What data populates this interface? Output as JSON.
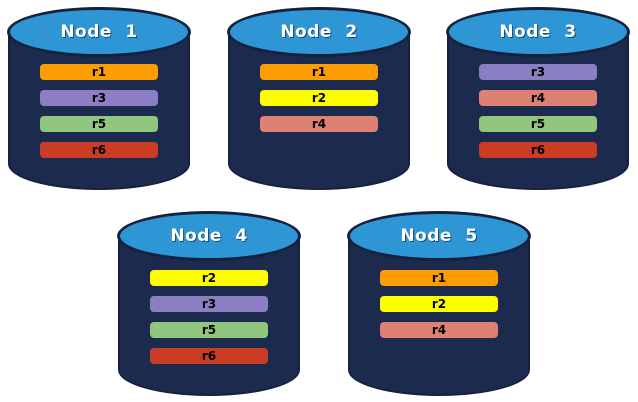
{
  "diagram": {
    "colors": {
      "background": "#FFFFFF",
      "cylinder_body": "#1C2A4E",
      "cylinder_top": "#2E96D4",
      "cylinder_outline": "#14213F",
      "node_label_text": "#FFFFFF",
      "record_text": "#000000",
      "record_r1": "#FC9D03",
      "record_r2": "#FDFD00",
      "record_r3": "#8C7EC3",
      "record_r4": "#DC8173",
      "record_r5": "#91C67F",
      "record_r6": "#CA3C23"
    },
    "nodes": [
      {
        "label": "Node 1",
        "records": [
          {
            "label": "r1",
            "color": "#FC9D03"
          },
          {
            "label": "r3",
            "color": "#8C7EC3"
          },
          {
            "label": "r5",
            "color": "#91C67F"
          },
          {
            "label": "r6",
            "color": "#CA3C23"
          }
        ]
      },
      {
        "label": "Node 2",
        "records": [
          {
            "label": "r1",
            "color": "#FC9D03"
          },
          {
            "label": "r2",
            "color": "#FDFD00"
          },
          {
            "label": "r4",
            "color": "#DC8173"
          }
        ]
      },
      {
        "label": "Node 3",
        "records": [
          {
            "label": "r3",
            "color": "#8C7EC3"
          },
          {
            "label": "r4",
            "color": "#DC8173"
          },
          {
            "label": "r5",
            "color": "#91C67F"
          },
          {
            "label": "r6",
            "color": "#CA3C23"
          }
        ]
      },
      {
        "label": "Node 4",
        "records": [
          {
            "label": "r2",
            "color": "#FDFD00"
          },
          {
            "label": "r3",
            "color": "#8C7EC3"
          },
          {
            "label": "r5",
            "color": "#91C67F"
          },
          {
            "label": "r6",
            "color": "#CA3C23"
          }
        ]
      },
      {
        "label": "Node 5",
        "records": [
          {
            "label": "r1",
            "color": "#FC9D03"
          },
          {
            "label": "r2",
            "color": "#FDFD00"
          },
          {
            "label": "r4",
            "color": "#DC8173"
          }
        ]
      }
    ]
  }
}
